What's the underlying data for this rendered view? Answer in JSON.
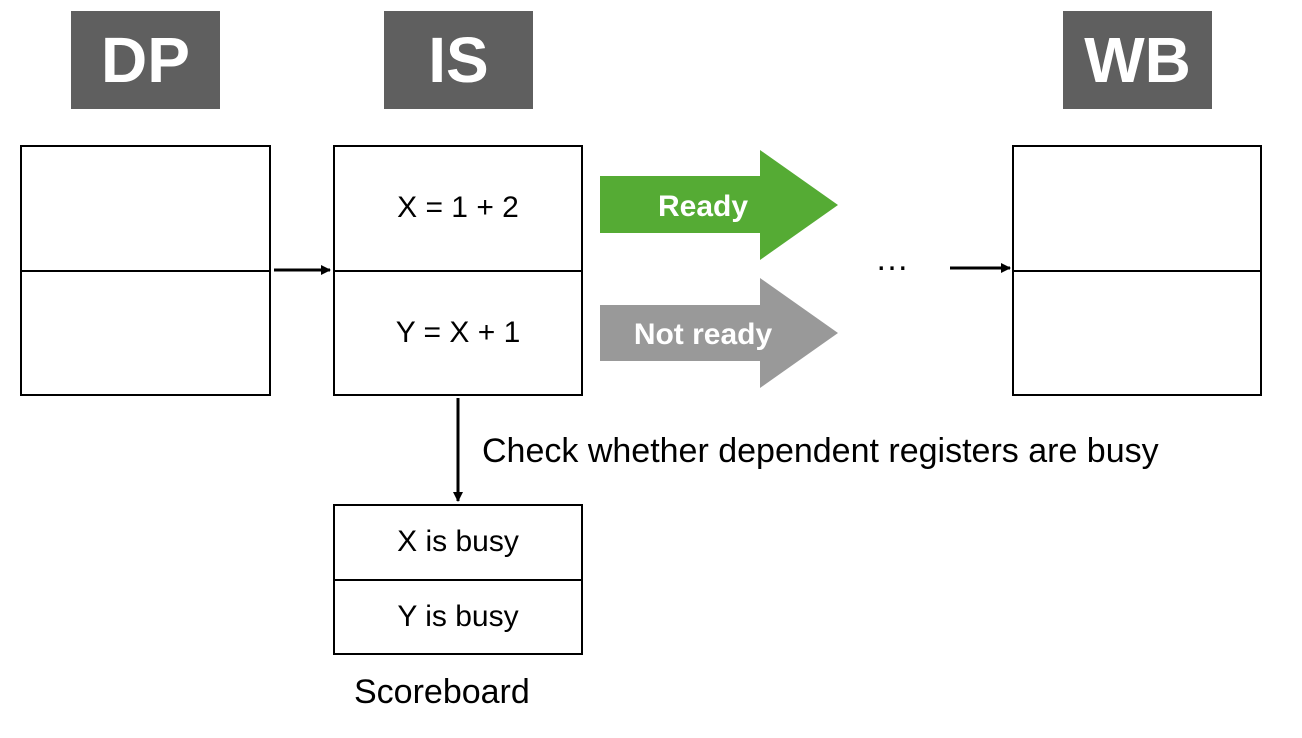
{
  "stages": {
    "dp": "DP",
    "is": "IS",
    "wb": "WB"
  },
  "is_entries": [
    "X = 1 + 2",
    "Y = X + 1"
  ],
  "arrows": {
    "ready_label": "Ready",
    "not_ready_label": "Not ready",
    "ready_color": "#55ab34",
    "not_ready_color": "#999999"
  },
  "ellipsis": "…",
  "check_note": "Check whether dependent registers are busy",
  "scoreboard": {
    "entries": [
      "X is busy",
      "Y is busy"
    ],
    "caption": "Scoreboard"
  },
  "colors": {
    "stage_label_bg": "#5f5f5f"
  }
}
